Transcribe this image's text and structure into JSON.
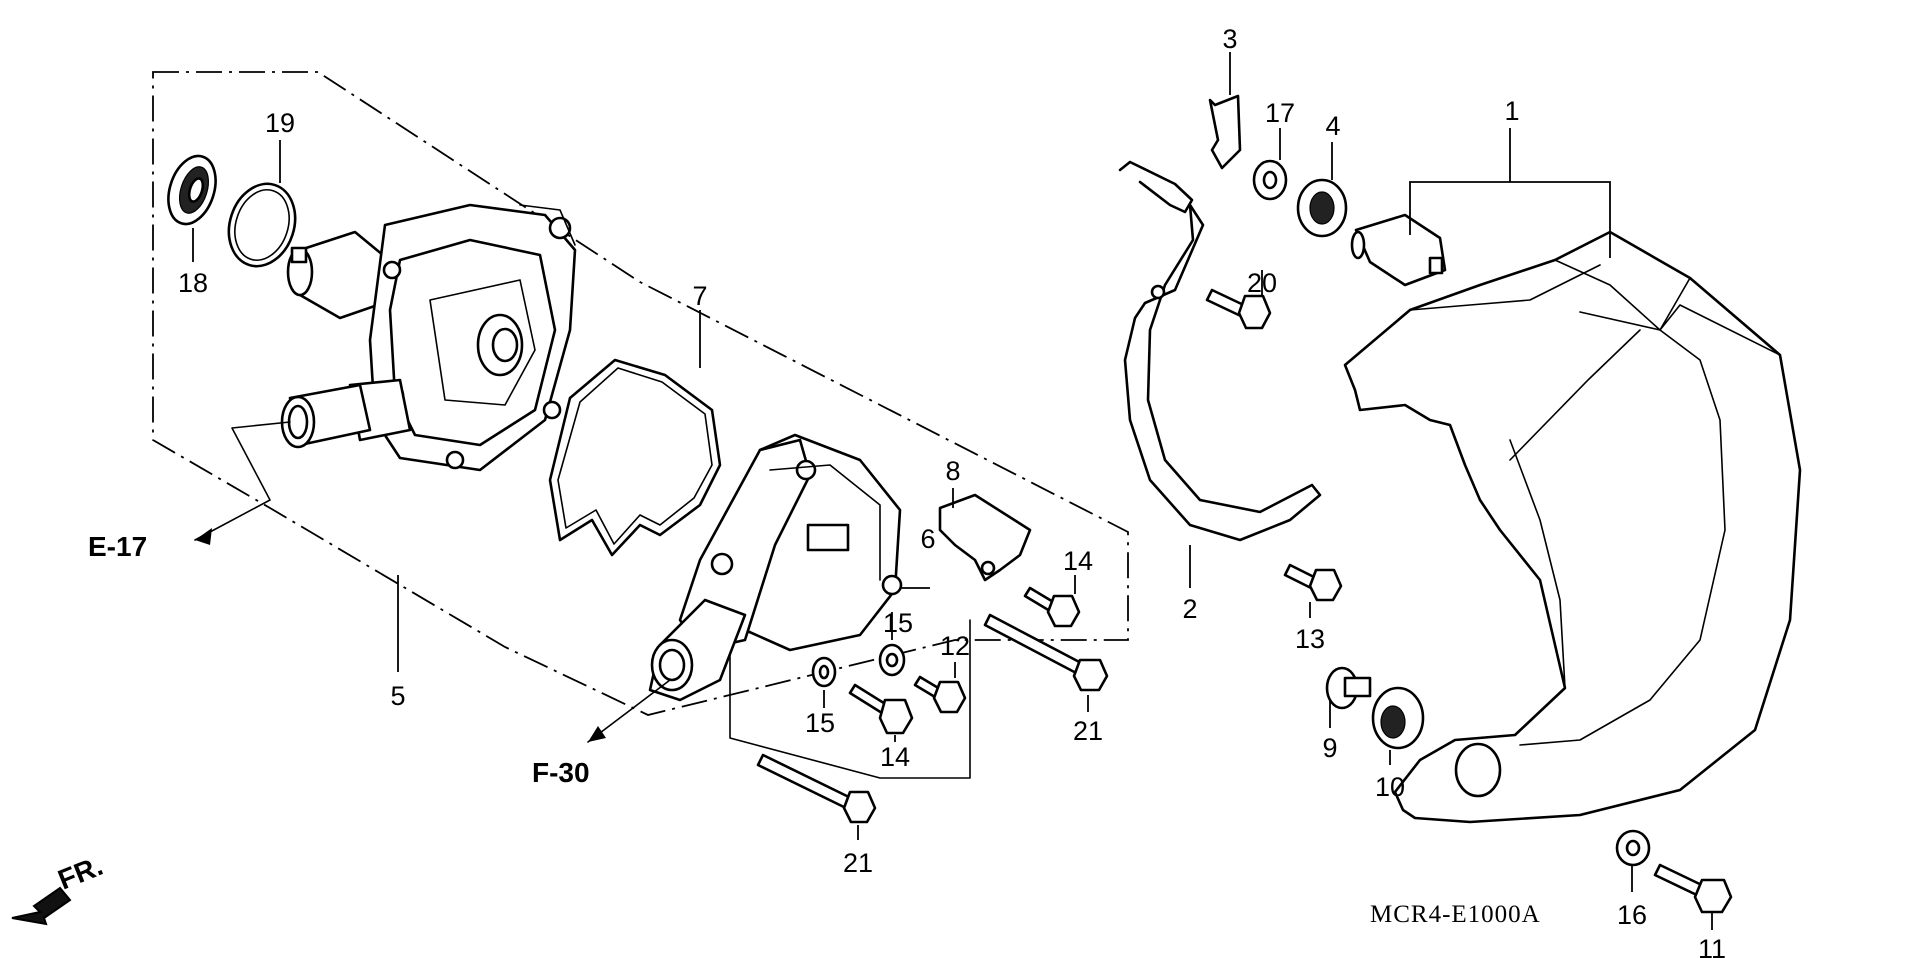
{
  "callouts": {
    "p1": "1",
    "p2": "2",
    "p3": "3",
    "p4": "4",
    "p5": "5",
    "p6": "6",
    "p7": "7",
    "p8": "8",
    "p9": "9",
    "p10": "10",
    "p11": "11",
    "p12": "12",
    "p13": "13",
    "p14a": "14",
    "p14b": "14",
    "p15a": "15",
    "p15b": "15",
    "p16": "16",
    "p17": "17",
    "p18": "18",
    "p19": "19",
    "p20": "20",
    "p21a": "21",
    "p21b": "21"
  },
  "references": {
    "e17": "E-17",
    "f30": "F-30",
    "fr": "FR."
  },
  "diagram_code": "MCR4-E1000A"
}
